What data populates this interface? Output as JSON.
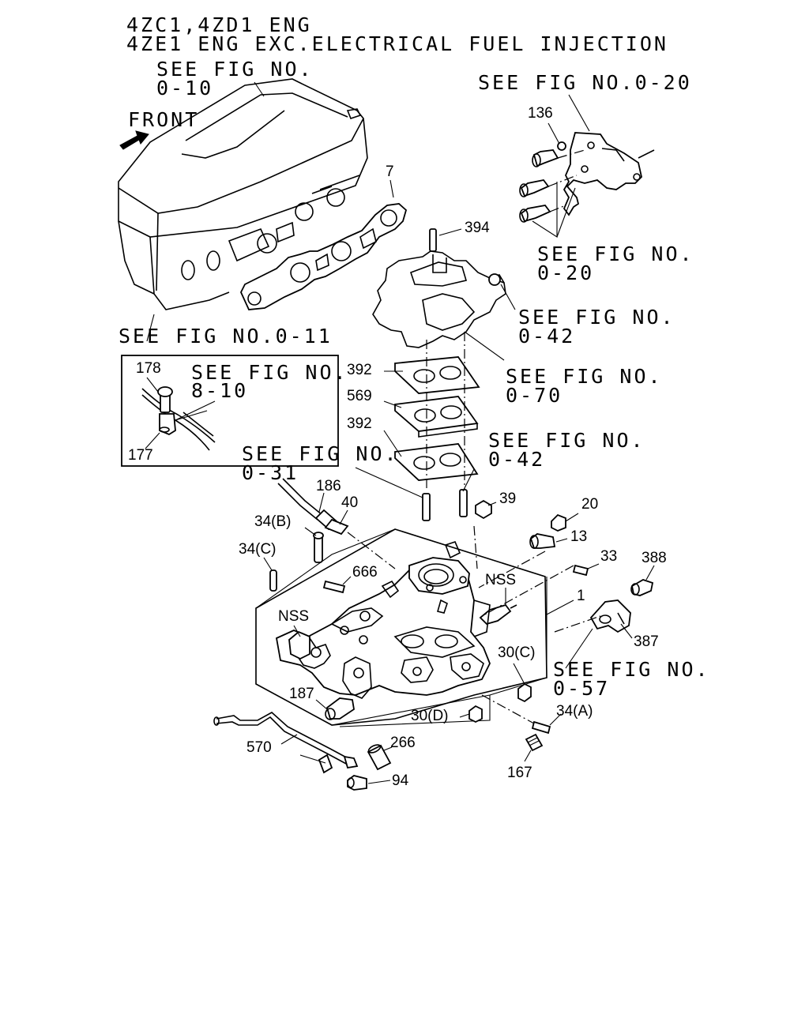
{
  "title": {
    "line1": "4ZC1,4ZD1 ENG",
    "line2": "4ZE1 ENG EXC.ELECTRICAL FUEL INJECTION"
  },
  "front_label": "FRONT",
  "references": {
    "fig_0_10": {
      "line1": "SEE FIG NO.",
      "line2": "0-10"
    },
    "fig_0_20_top": {
      "line1": "SEE FIG NO.0-20"
    },
    "fig_0_20": {
      "line1": "SEE FIG NO.",
      "line2": "0-20"
    },
    "fig_0_42_upper": {
      "line1": "SEE FIG NO.",
      "line2": "0-42"
    },
    "fig_0_11": {
      "line1": "SEE FIG NO.0-11"
    },
    "fig_8_10": {
      "line1": "SEE FIG NO.",
      "line2": "8-10"
    },
    "fig_0_70": {
      "line1": "SEE FIG NO.",
      "line2": "0-70"
    },
    "fig_0_42_lower": {
      "line1": "SEE FIG NO.",
      "line2": "0-42"
    },
    "fig_0_31": {
      "line1": "SEE FIG NO.",
      "line2": "0-31"
    },
    "fig_0_57": {
      "line1": "SEE FIG NO.",
      "line2": "0-57"
    }
  },
  "parts": {
    "p136": "136",
    "p7": "7",
    "p394": "394",
    "p178": "178",
    "p177": "177",
    "p392a": "392",
    "p569": "569",
    "p392b": "392",
    "p186": "186",
    "p40": "40",
    "p34b": "34(B)",
    "p34c": "34(C)",
    "p39": "39",
    "p20": "20",
    "p13": "13",
    "p33": "33",
    "p388": "388",
    "p666": "666",
    "nss1": "NSS",
    "p1": "1",
    "nss2": "NSS",
    "p387": "387",
    "p30c": "30(C)",
    "p187": "187",
    "p30d": "30(D)",
    "p34a": "34(A)",
    "p570": "570",
    "p266": "266",
    "p167": "167",
    "p94": "94"
  }
}
